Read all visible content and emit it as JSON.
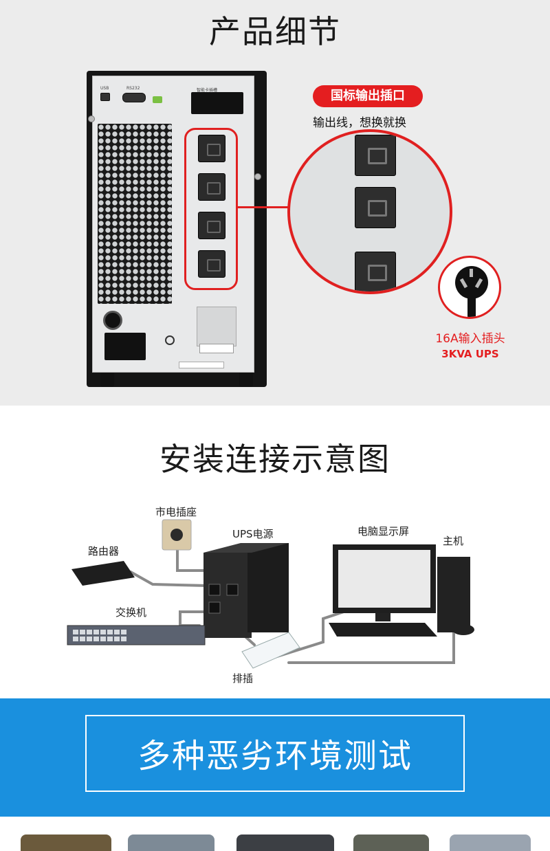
{
  "section_product_detail": {
    "title": "产品细节",
    "callout_badge": "国标输出插口",
    "callout_text": "输出线，想换就换",
    "plug_label": "16A输入插头",
    "model_label": "3KVA UPS",
    "panel_labels": {
      "usb": "USB",
      "rs232": "RS232",
      "slot": "智能卡插槽"
    }
  },
  "section_install": {
    "title": "安装连接示意图",
    "labels": {
      "wall_socket": "市电插座",
      "ups": "UPS电源",
      "monitor": "电脑显示屏",
      "host": "主机",
      "router": "路由器",
      "switch": "交换机",
      "power_strip": "排插"
    }
  },
  "section_test": {
    "title": "多种恶劣环境测试"
  },
  "colors": {
    "accent_red": "#e41e20",
    "banner_blue": "#1a90de",
    "section_gray": "#ececec"
  }
}
